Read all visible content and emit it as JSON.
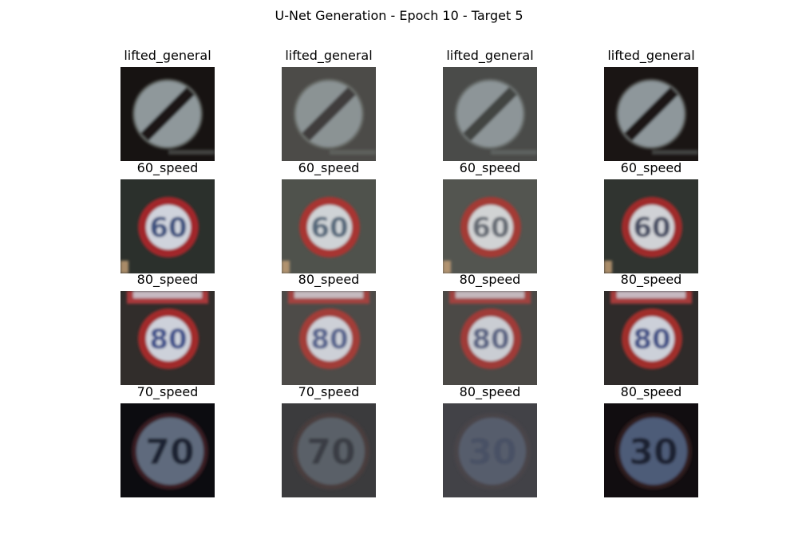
{
  "figure": {
    "title": "U-Net Generation - Epoch 10 - Target 5"
  },
  "rows": [
    {
      "cells": [
        {
          "label": "lifted_general",
          "sign": "lifted",
          "bg": "#171312",
          "disc": "#8f989b",
          "ring": "#5d625f",
          "stripe": "#1b1716"
        },
        {
          "label": "lifted_general",
          "sign": "lifted",
          "bg": "#4c4b48",
          "disc": "#8b9394",
          "ring": "#6b6e6b",
          "stripe": "#3f3e3c"
        },
        {
          "label": "lifted_general",
          "sign": "lifted",
          "bg": "#4a4b49",
          "disc": "#8d9598",
          "ring": "#6b6f6e",
          "stripe": "#434442"
        },
        {
          "label": "lifted_general",
          "sign": "lifted",
          "bg": "#1a1514",
          "disc": "#8e979b",
          "ring": "#5c5f5d",
          "stripe": "#1e1918"
        }
      ]
    },
    {
      "cells": [
        {
          "label": "60_speed",
          "sign": "speed",
          "text": "60",
          "bg": "#2b302c",
          "ring": "#a1282a",
          "inner": "#cfd3dc",
          "digit": "#3b4f7e"
        },
        {
          "label": "60_speed",
          "sign": "speed",
          "text": "60",
          "bg": "#4f524c",
          "ring": "#a73530",
          "inner": "#cfd3d6",
          "digit": "#55687a"
        },
        {
          "label": "60_speed",
          "sign": "speed",
          "text": "60",
          "bg": "#535550",
          "ring": "#a33a34",
          "inner": "#d1d3d4",
          "digit": "#656b73"
        },
        {
          "label": "60_speed",
          "sign": "speed",
          "text": "60",
          "bg": "#303430",
          "ring": "#9f2b29",
          "inner": "#d0d2d6",
          "digit": "#444b62"
        }
      ]
    },
    {
      "cells": [
        {
          "label": "80_speed",
          "sign": "speed",
          "text": "80",
          "bg": "#312d2b",
          "ring": "#a12c2b",
          "inner": "#cdd1da",
          "digit": "#3e4f8a",
          "topband": "#a9393a"
        },
        {
          "label": "80_speed",
          "sign": "speed",
          "text": "80",
          "bg": "#4d4b48",
          "ring": "#a23c38",
          "inner": "#cdd0d7",
          "digit": "#56648d",
          "topband": "#a3433f"
        },
        {
          "label": "80_speed",
          "sign": "speed",
          "text": "80",
          "bg": "#4b4946",
          "ring": "#9f3b37",
          "inner": "#cacdd3",
          "digit": "#5a6483",
          "topband": "#a0433f"
        },
        {
          "label": "80_speed",
          "sign": "speed",
          "text": "80",
          "bg": "#2f2b2a",
          "ring": "#a02d2c",
          "inner": "#ccd0d9",
          "digit": "#405086",
          "topband": "#a63a3a"
        }
      ]
    },
    {
      "cells": [
        {
          "label": "70_speed",
          "sign": "speed-dark",
          "text": "70",
          "bg": "#0c0c10",
          "ring": "#3a1c20",
          "inner": "#5e6b7d",
          "digit": "#1d2330"
        },
        {
          "label": "70_speed",
          "sign": "speed-dark",
          "text": "70",
          "bg": "#3b3b3d",
          "ring": "#4a3c3d",
          "inner": "#5a6068",
          "digit": "#3a3e44"
        },
        {
          "label": "80_speed",
          "sign": "speed-dark",
          "text": "30",
          "bg": "#424247",
          "ring": "#4a4548",
          "inner": "#565d6c",
          "digit": "#4a5165"
        },
        {
          "label": "80_speed",
          "sign": "speed-dark",
          "text": "30",
          "bg": "#110d10",
          "ring": "#2e1a1f",
          "inner": "#4e5b78",
          "digit": "#1b2030"
        }
      ]
    }
  ]
}
